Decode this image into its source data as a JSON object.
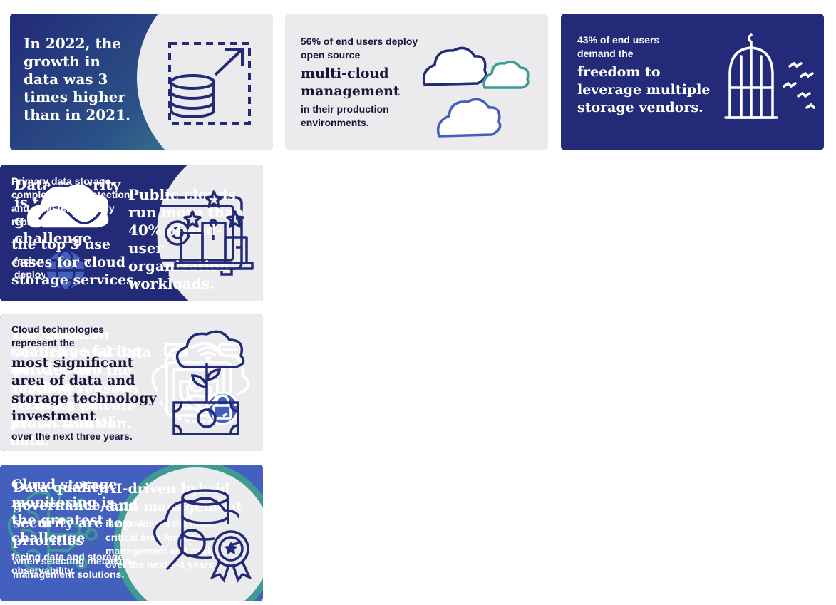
{
  "colors": {
    "navy": "#232a78",
    "teal": "#3e9a93",
    "blue": "#4460bf",
    "light_gray": "#ebebed"
  },
  "cards": {
    "c1": {
      "headline": "In 2022, the growth in data was 3 times higher than in 2021.",
      "icon": "data-growth-icon"
    },
    "c2": {
      "lead": "56% of end users deploy open source",
      "highlight": "multi-cloud management",
      "tail": "in their production environments.",
      "icon": "multi-cloud-icon"
    },
    "c3": {
      "lead": "43% of end users demand the",
      "highlight": "freedom to leverage multiple storage vendors.",
      "icon": "birdcage-icon"
    },
    "c4": {
      "highlight": "Data security is the greatest challenge",
      "tail": "facing container deployments.",
      "icon": "safe-icon"
    },
    "c5": {
      "highlight": "Public clouds run more than 40% of end-user organization workloads.",
      "icon": "cloud-globe-icon"
    },
    "c6": {
      "lead": "Primary data storage, complete data protection, and disaster recovery represent",
      "highlight": "the top 3 use cases for cloud storage services.",
      "icon": "podium-stars-icon"
    },
    "c7": {
      "highlight": "Information security and data privacy are the leading reasons to use a private cloud solution.",
      "icon": "private-screen-lock-icon"
    },
    "c8": {
      "highlight": "The biggest challenge facing multi-cloud solutions is the security and protection of data.",
      "icon": "cloud-shield-icon"
    },
    "c9": {
      "lead": "Cloud technologies represent the",
      "highlight": "most significant area of data and storage technology investment",
      "tail": "over the next three years.",
      "icon": "cloud-money-plant-icon"
    },
    "c10": {
      "highlight": "AI-driven hybrid data management",
      "tail": "is considered the most critical area for data management and analytics over the next 2-4 years.",
      "icon": "ai-brain-circuit-icon"
    },
    "c11": {
      "highlight": "Data quality, governance, and security are top priorities",
      "tail": "when selecting metadata management solutions.",
      "icon": "database-badge-icon"
    },
    "c12": {
      "highlight": "Cloud storage monitoring is the greatest challenge",
      "tail": "facing data and storage observability.",
      "icon": "cloud-search-icon"
    }
  }
}
